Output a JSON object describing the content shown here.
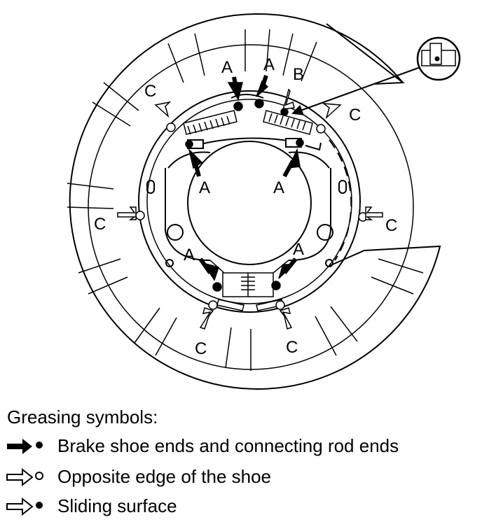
{
  "diagram": {
    "callouts": {
      "a": "A",
      "b": "B",
      "c": "C"
    }
  },
  "legend": {
    "title": "Greasing symbols:",
    "items": [
      {
        "symbol": "filled-arrow-filled-dot",
        "text": "Brake shoe ends and connecting rod ends"
      },
      {
        "symbol": "hollow-arrow-hollow-dot",
        "text": "Opposite edge of the shoe"
      },
      {
        "symbol": "hollow-arrow-filled-dot",
        "text": "Sliding surface"
      }
    ]
  }
}
